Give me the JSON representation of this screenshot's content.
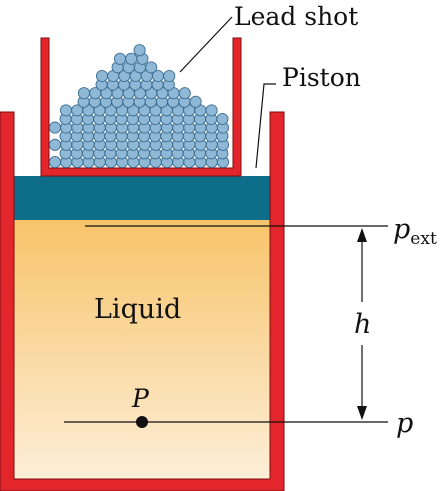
{
  "labels": {
    "lead_shot": "Lead shot",
    "piston": "Piston",
    "liquid": "Liquid",
    "h": "h",
    "point": "P",
    "p_ext_base": "p",
    "p_ext_sub": "ext",
    "p": "p"
  },
  "colors": {
    "wall": "#e3262b",
    "wall_edge": "#7a0d10",
    "piston": "#0e6e8a",
    "shot_fill": "#8fb8d6",
    "shot_edge": "#3d6f93",
    "liquid_top": "#f7c46a",
    "liquid_bottom": "#fdeed8",
    "line": "#111111"
  }
}
